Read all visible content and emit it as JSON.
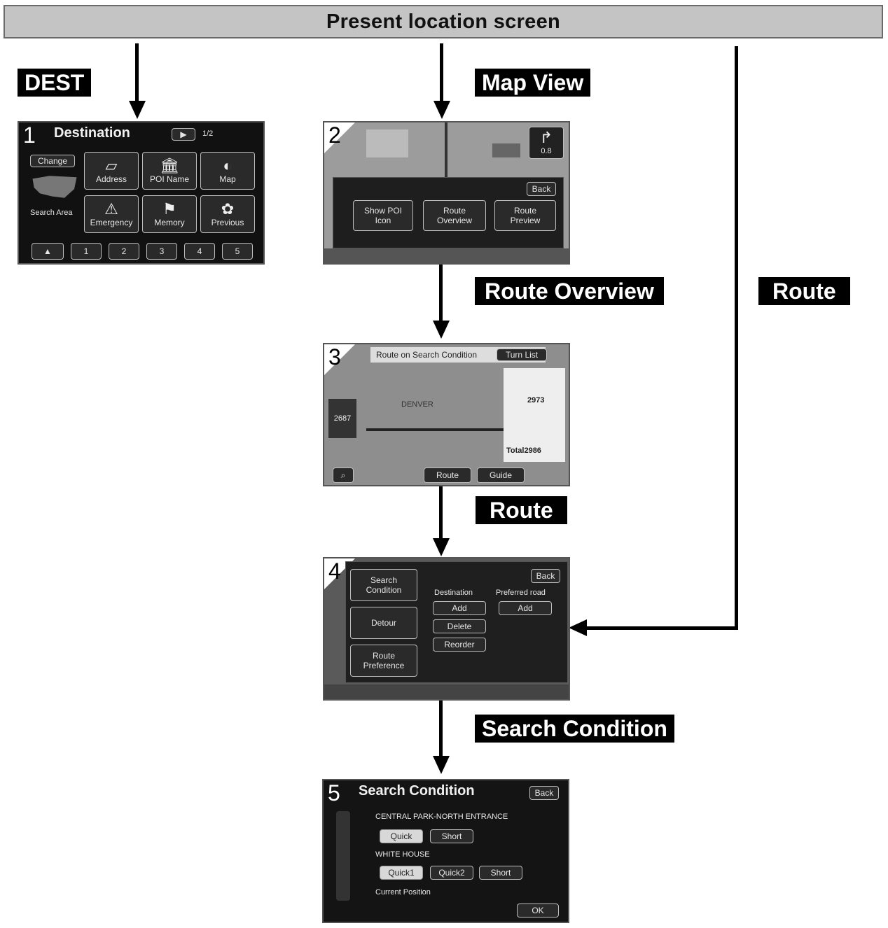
{
  "header": {
    "title": "Present location screen"
  },
  "labels": {
    "dest": "DEST",
    "map_view": "Map View",
    "route_overview": "Route Overview",
    "route_right": "Route",
    "route_mid": "Route",
    "search_condition": "Search Condition"
  },
  "screen1": {
    "number": "1",
    "title": "Destination",
    "page": "1/2",
    "change": "Change",
    "search_area": "Search Area",
    "buttons": [
      "Address",
      "POI Name",
      "Map",
      "Emergency",
      "Memory",
      "Previous"
    ],
    "presets": [
      "1",
      "2",
      "3",
      "4",
      "5"
    ]
  },
  "screen2": {
    "number": "2",
    "distance": "0.8",
    "back": "Back",
    "show_poi": "Show POI Icon",
    "route_overview": "Route Overview",
    "route_preview": "Route Preview"
  },
  "screen3": {
    "number": "3",
    "title": "Route on Search Condition",
    "turn_list": "Turn List",
    "city": "DENVER",
    "distance1": "2973",
    "total": "Total2986",
    "left_val": "2687",
    "route": "Route",
    "guide": "Guide"
  },
  "screen4": {
    "number": "4",
    "back": "Back",
    "search_condition": "Search Condition",
    "detour": "Detour",
    "route_preference": "Route Preference",
    "destination": "Destination",
    "preferred_road": "Preferred road",
    "add": "Add",
    "add2": "Add",
    "delete": "Delete",
    "reorder": "Reorder"
  },
  "screen5": {
    "number": "5",
    "title": "Search Condition",
    "back": "Back",
    "dest1": "CENTRAL PARK-NORTH ENTRANCE",
    "quick": "Quick",
    "short": "Short",
    "dest2": "WHITE HOUSE",
    "quick_b": "Quick1",
    "quick2": "Quick2",
    "short_b": "Short",
    "current": "Current Position",
    "ok": "OK"
  }
}
